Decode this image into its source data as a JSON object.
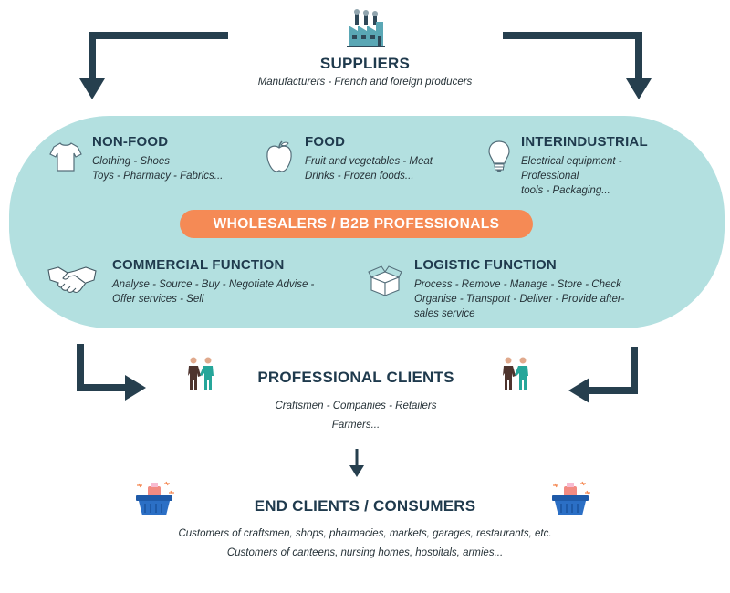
{
  "suppliers": {
    "title": "SUPPLIERS",
    "subtitle": "Manufacturers - French and foreign producers"
  },
  "categories": {
    "nonfood": {
      "title": "NON-FOOD",
      "line1": "Clothing - Shoes",
      "line2": "Toys - Pharmacy - Fabrics..."
    },
    "food": {
      "title": "FOOD",
      "line1": "Fruit and vegetables - Meat",
      "line2": "Drinks - Frozen foods..."
    },
    "interindustrial": {
      "title": "INTERINDUSTRIAL",
      "line1": "Electrical equipment -",
      "line2": "Professional",
      "line3": "tools - Packaging..."
    }
  },
  "wholesalers": {
    "label": "WHOLESALERS / B2B PROFESSIONALS"
  },
  "functions": {
    "commercial": {
      "title": "COMMERCIAL FUNCTION",
      "line1": "Analyse - Source - Buy - Negotiate Advise -",
      "line2": "Offer services - Sell"
    },
    "logistic": {
      "title": "LOGISTIC FUNCTION",
      "line1": "Process - Remove - Manage - Store - Check",
      "line2": "Organise - Transport - Deliver - Provide after-",
      "line3": "sales service"
    }
  },
  "professional_clients": {
    "title": "PROFESSIONAL CLIENTS",
    "line1": "Craftsmen - Companies - Retailers",
    "line2": "Farmers..."
  },
  "end_clients": {
    "title": "END CLIENTS / CONSUMERS",
    "line1": "Customers of craftsmen, shops, pharmacies, markets, garages, restaurants, etc.",
    "line2": "Customers of canteens, nursing homes, hospitals, armies..."
  },
  "colors": {
    "dark": "#1f3a4d",
    "cloud": "#b3e0e0",
    "accent": "#f58a55"
  },
  "icons": [
    "factory-icon",
    "tshirt-icon",
    "apple-icon",
    "lightbulb-icon",
    "handshake-icon",
    "box-icon",
    "people-handshake-icon",
    "shopping-basket-icon"
  ]
}
